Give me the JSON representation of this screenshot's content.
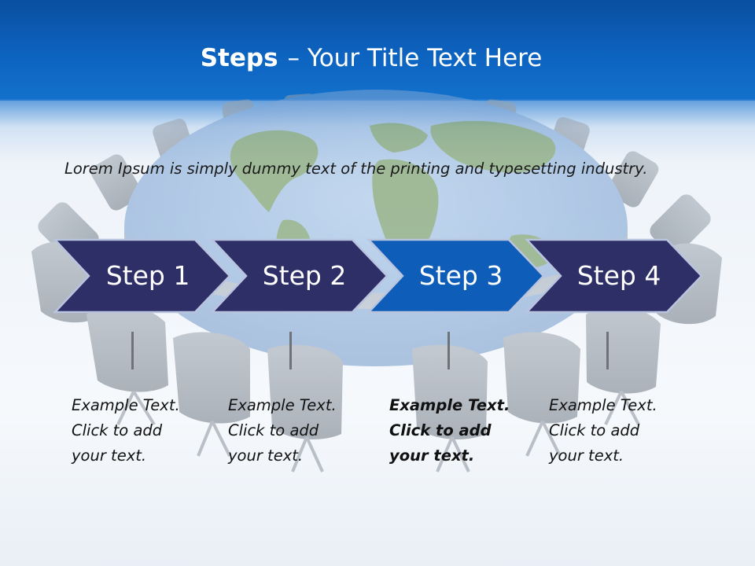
{
  "title": {
    "bold": "Steps",
    "rest": "– Your Title Text Here"
  },
  "intro_text": "Lorem Ipsum is simply dummy text of the printing and typesetting industry.",
  "steps": [
    {
      "label": "Step 1",
      "highlighted": false,
      "desc": [
        "Example Text.",
        "Click  to add",
        "your text."
      ]
    },
    {
      "label": "Step 2",
      "highlighted": false,
      "desc": [
        "Example Text.",
        "Click  to add",
        "your text."
      ]
    },
    {
      "label": "Step 3",
      "highlighted": true,
      "desc": [
        "Example Text.",
        "Click  to add",
        "your text."
      ]
    },
    {
      "label": "Step 4",
      "highlighted": false,
      "desc": [
        "Example Text.",
        "Click  to add",
        "your text."
      ]
    }
  ],
  "colors": {
    "header_blue": "#0d63c0",
    "arrow_navy": "#2f2f68",
    "arrow_highlight": "#0e5db8",
    "arrow_outline": "#b9c4df",
    "connector_gray": "#6d7378"
  },
  "background": {
    "image": "globe-conference-table"
  }
}
